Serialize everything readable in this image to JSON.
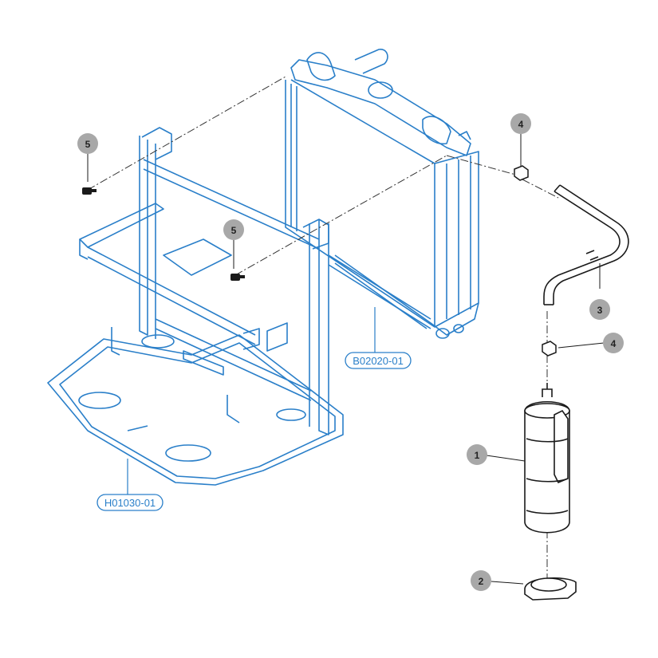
{
  "diagram": {
    "references": {
      "radiator": "B02020-01",
      "frame": "H01030-01"
    },
    "callouts": [
      {
        "id": "receiver-drier",
        "label": "1"
      },
      {
        "id": "drier-bracket",
        "label": "2"
      },
      {
        "id": "hose",
        "label": "3"
      },
      {
        "id": "clip-upper",
        "label": "4"
      },
      {
        "id": "clip-lower",
        "label": "4"
      },
      {
        "id": "bolt-left",
        "label": "5"
      },
      {
        "id": "bolt-center",
        "label": "5"
      }
    ],
    "colors": {
      "line": "#2a7fc9",
      "part": "#1a1a1a",
      "callout_fill": "#a8a8a8"
    }
  }
}
